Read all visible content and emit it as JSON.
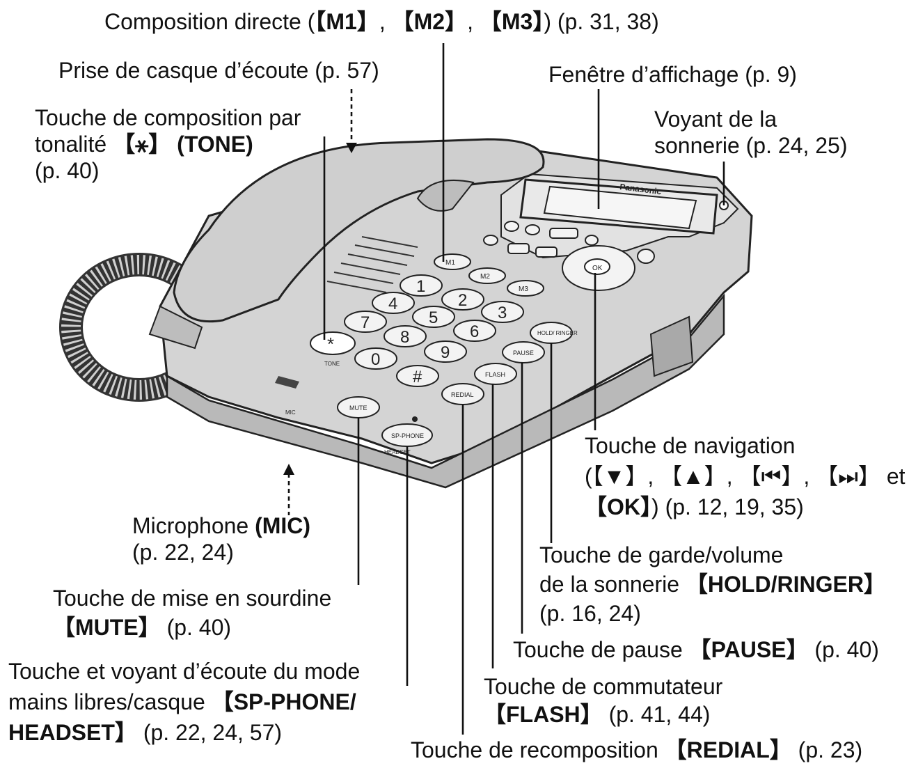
{
  "labels": {
    "direct_dial": {
      "pre": "Composition directe (",
      "k1": "【M1】",
      "sep1": ", ",
      "k2": "【M2】",
      "sep2": ", ",
      "k3": "【M3】",
      "post": ") (p. 31, 38)"
    },
    "headset_jack": "Prise de casque d’écoute (p. 57)",
    "display": "Fenêtre d’affichage (p. 9)",
    "tone_key": {
      "line1": "Touche de composition par",
      "line2_pre": "tonalité ",
      "line2_key": "【⚹】 (TONE)",
      "line3": "(p. 40)"
    },
    "ringer_light": {
      "line1": "Voyant de la",
      "line2": "sonnerie (p. 24, 25)"
    },
    "navigator": {
      "line1": "Touche de navigation",
      "line2": "(【▼】, 【▲】, 【⏮】, 【⏭】 et",
      "line3_key": "【OK】",
      "line3_post": ") (p. 12, 19, 35)"
    },
    "microphone": {
      "line1_pre": "Microphone ",
      "line1_key": "(MIC)",
      "line2": "(p. 22, 24)"
    },
    "hold_ringer": {
      "line1": "Touche de garde/volume",
      "line2_pre": "de la sonnerie ",
      "line2_key": "【HOLD/RINGER】",
      "line3": "(p. 16, 24)"
    },
    "mute": {
      "line1": "Touche de mise en sourdine",
      "line2_key": "【MUTE】",
      "line2_post": " (p. 40)"
    },
    "pause": {
      "pre": "Touche de pause ",
      "key": "【PAUSE】",
      "post": " (p. 40)"
    },
    "sp_phone": {
      "line1": "Touche et voyant d’écoute du mode",
      "line2_pre": "mains libres/casque ",
      "line2_key": "【SP-PHONE/",
      "line3_key": "HEADSET】",
      "line3_post": " (p. 22, 24, 57)"
    },
    "flash": {
      "line1": "Touche de commutateur",
      "line2_key": "【FLASH】",
      "line2_post": " (p. 41, 44)"
    },
    "redial": {
      "pre": "Touche de recomposition ",
      "key": "【REDIAL】",
      "post": " (p. 23)"
    }
  },
  "phone": {
    "brand": "Panasonic",
    "memory_keys": [
      "M1",
      "M2",
      "M3"
    ],
    "dial_keys": [
      "1",
      "2",
      "3",
      "4",
      "5",
      "6",
      "7",
      "8",
      "9",
      "*",
      "0",
      "#"
    ],
    "function_keys": [
      "HOLD/ RINGER",
      "PAUSE",
      "FLASH",
      "REDIAL",
      "MUTE",
      "SP-PHONE"
    ],
    "nav_center": "OK",
    "mic_mark": "MIC",
    "headset_mark": "HEADSET",
    "tone_mark": "TONE"
  }
}
